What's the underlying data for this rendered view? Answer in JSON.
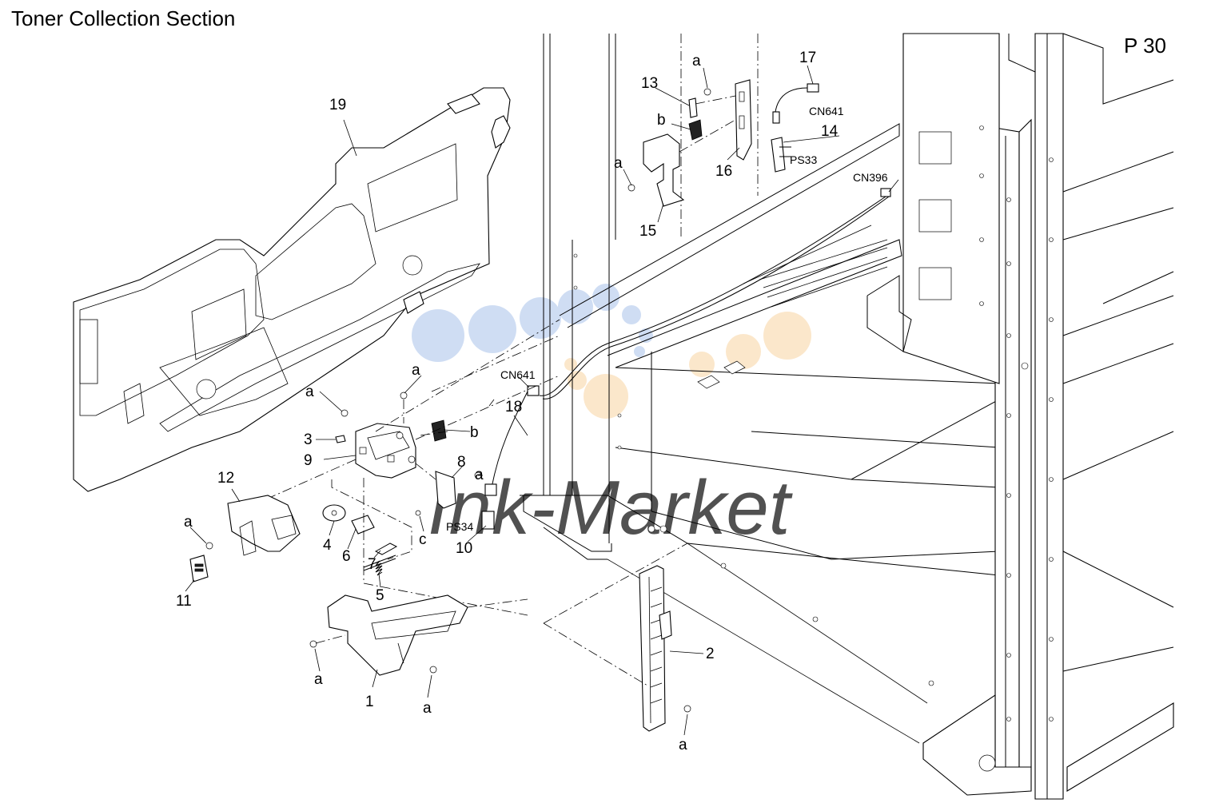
{
  "title": "Toner Collection Section",
  "page": "P 30",
  "watermark": "Ink-Market",
  "colors": {
    "line": "#000000",
    "watermark_blue": "#c7d8f2",
    "watermark_orange": "#fbe3c2",
    "watermark_red": "#e7b9b9"
  },
  "callouts": {
    "n1": "1",
    "n2": "2",
    "n3": "3",
    "n4": "4",
    "n5": "5",
    "n6": "6",
    "n7": "7",
    "n8": "8",
    "n9": "9",
    "n10": "10",
    "n11": "11",
    "n12": "12",
    "n13": "13",
    "n14": "14",
    "n15": "15",
    "n16": "16",
    "n17": "17",
    "n18": "18",
    "n19": "19",
    "a": "a",
    "b": "b",
    "c": "c"
  },
  "connectors": {
    "cn641": "CN641",
    "cn396": "CN396",
    "ps33": "PS33",
    "ps34": "PS34"
  }
}
